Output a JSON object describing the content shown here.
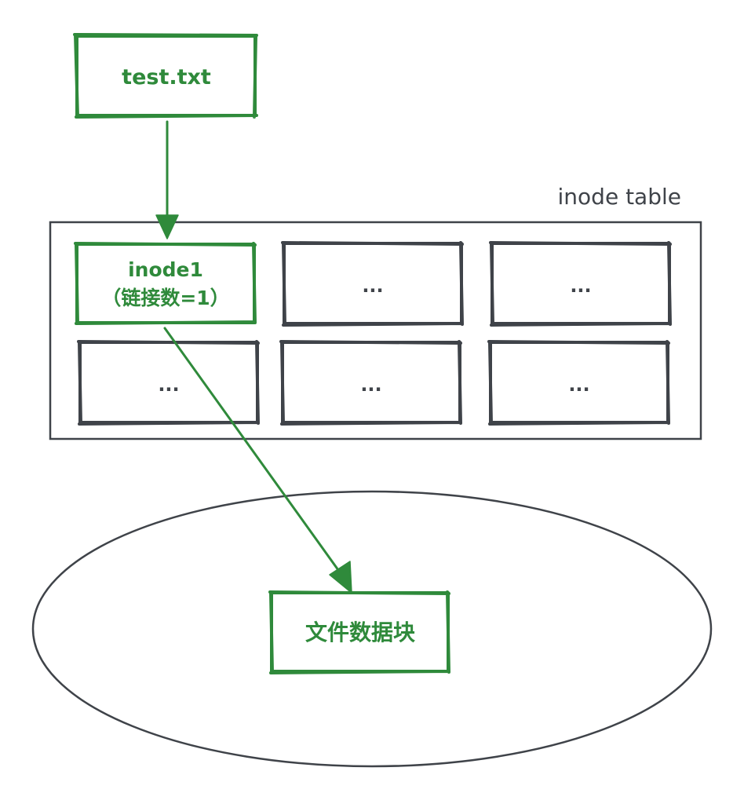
{
  "diagram": {
    "file_node": {
      "label": "test.txt"
    },
    "inode_table": {
      "caption": "inode table",
      "cells": [
        {
          "line1": "inode1",
          "line2": "（链接数=1）",
          "highlighted": true
        },
        {
          "line1": "...",
          "line2": "",
          "highlighted": false
        },
        {
          "line1": "...",
          "line2": "",
          "highlighted": false
        },
        {
          "line1": "...",
          "line2": "",
          "highlighted": false
        },
        {
          "line1": "...",
          "line2": "",
          "highlighted": false
        },
        {
          "line1": "...",
          "line2": "",
          "highlighted": false
        }
      ]
    },
    "data_region": {
      "block_label": "文件数据块"
    },
    "colors": {
      "highlight": "#2f8a3b",
      "neutral": "#3f4349",
      "background": "#ffffff"
    }
  }
}
